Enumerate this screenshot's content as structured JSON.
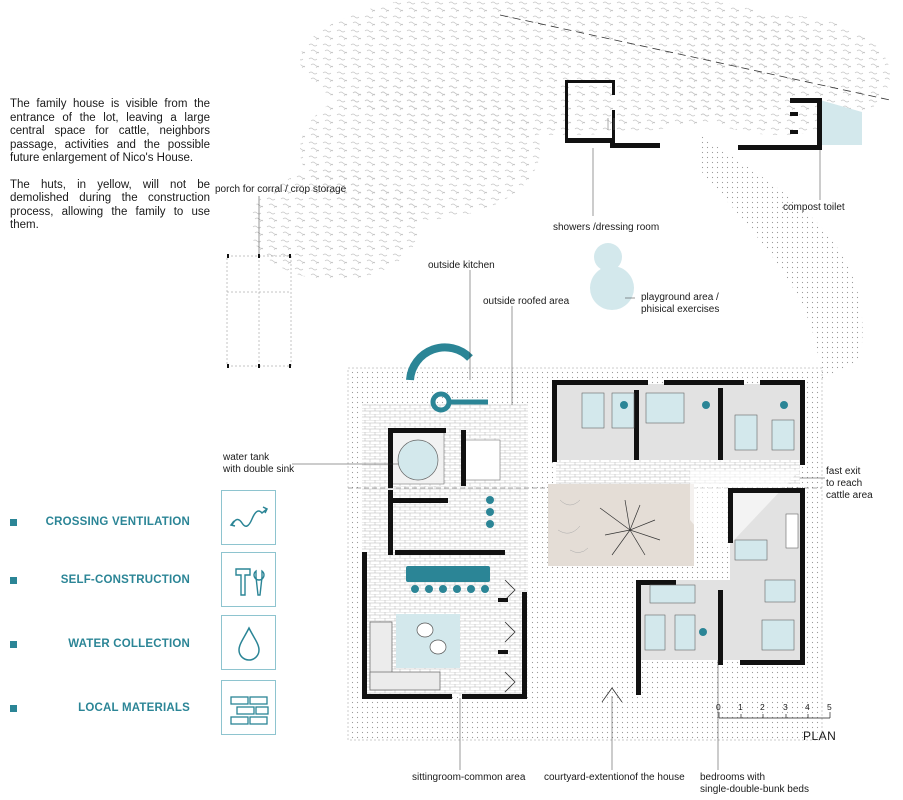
{
  "intro": {
    "paragraph1": "The family house is visible from the entrance of the lot, leaving a large central space for cattle, neighbors passage, activities and the possible future enlargement of Nico's House.",
    "paragraph2": "The huts, in yellow, will not be demolished during the construction process, allowing the family to use them."
  },
  "labels": {
    "porch": "porch for corral / crop storage",
    "outside_kitchen": "outside kitchen",
    "outside_roofed": "outside roofed area",
    "showers": "showers /dressing room",
    "compost_toilet": "compost toilet",
    "playground_1": "playground area /",
    "playground_2": "phisical exercises",
    "water_tank_1": "water tank",
    "water_tank_2": "with double sink",
    "fast_exit_1": "fast exit",
    "fast_exit_2": "to reach",
    "fast_exit_3": "cattle area",
    "sittingroom": "sittingroom-common area",
    "courtyard": "courtyard-extentionof the house",
    "bedrooms_1": "bedrooms with",
    "bedrooms_2": "single-double-bunk beds"
  },
  "features": [
    {
      "name": "CROSSING VENTILATION",
      "icon": "wind-icon"
    },
    {
      "name": "SELF-CONSTRUCTION",
      "icon": "tools-icon"
    },
    {
      "name": "WATER COLLECTION",
      "icon": "water-drop-icon"
    },
    {
      "name": "LOCAL MATERIALS",
      "icon": "bricks-icon"
    }
  ],
  "scale": {
    "ticks": [
      "0",
      "1",
      "2",
      "3",
      "4",
      "5"
    ],
    "title": "PLAN"
  },
  "colors": {
    "accent": "#2b8596",
    "accent_light": "#d3e8ec",
    "wall": "#111111",
    "room_fill": "#e2e2e2"
  }
}
